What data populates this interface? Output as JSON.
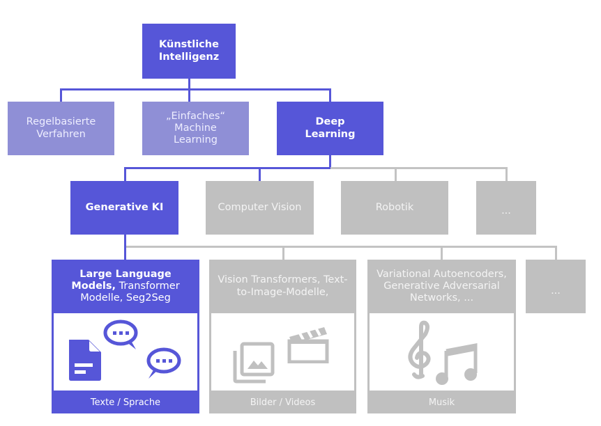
{
  "diagram": {
    "root": {
      "label_1": "Künstliche",
      "label_2": "Intelligenz"
    },
    "level2": [
      {
        "label_1": "Regelbasierte",
        "label_2": "Verfahren"
      },
      {
        "label_1": "„Einfaches“",
        "label_2": "Machine",
        "label_3": "Learning"
      },
      {
        "label_1": "Deep",
        "label_2": "Learning"
      }
    ],
    "level3": [
      {
        "label": "Generative KI"
      },
      {
        "label": "Computer Vision"
      },
      {
        "label": "Robotik"
      },
      {
        "label": "..."
      }
    ],
    "level4": [
      {
        "title_bold_1": "Large Language",
        "title_bold_2": "Models,",
        "title_rest_2": " Transformer",
        "title_3": "Modelle, Seg2Seg",
        "icons": [
          "document-icon",
          "speech-bubble-icon",
          "speech-bubble-icon"
        ],
        "footer": "Texte / Sprache"
      },
      {
        "title_1": "Vision Transformers, Text-",
        "title_2": "to-Image-Modelle,",
        "icons": [
          "image-gallery-icon",
          "clapperboard-icon"
        ],
        "footer": "Bilder / Videos"
      },
      {
        "title_1": "Variational Autoencoders,",
        "title_2": "Generative Adversarial",
        "title_3": "Networks, ...",
        "icons": [
          "treble-clef-icon",
          "music-note-icon"
        ],
        "footer": "Musik"
      },
      {
        "label": "..."
      }
    ],
    "colors": {
      "highlight": "#5656d8",
      "secondary": "#8f8fd6",
      "inactive": "#c0c0c0"
    }
  }
}
